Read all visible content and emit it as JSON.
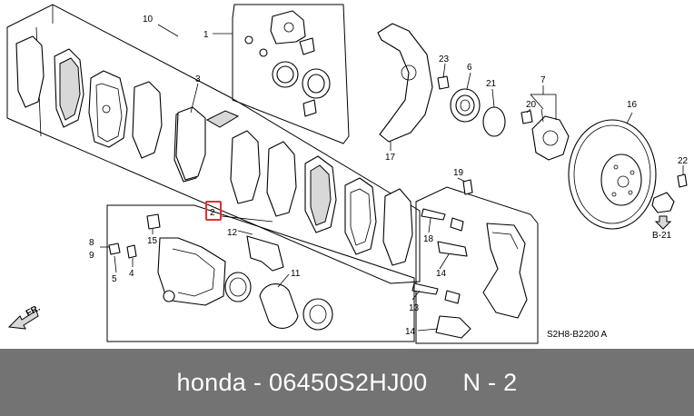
{
  "diagram": {
    "callouts": {
      "c1": "1",
      "c2": "2",
      "c3": "3",
      "c4": "4",
      "c5": "5",
      "c6": "6",
      "c7": "7",
      "c8": "8",
      "c9": "9",
      "c10": "10",
      "c11": "11",
      "c12": "12",
      "c13": "13",
      "c14a": "14",
      "c14b": "14",
      "c15": "15",
      "c16": "16",
      "c17": "17",
      "c18": "18",
      "c19": "19",
      "c20": "20",
      "c21": "21",
      "c22": "22",
      "c23": "23"
    },
    "ref_b21": "B-21",
    "fr_label": "FR.",
    "figure_code": "S2H8-B2200 A",
    "highlight_color": "#e03030"
  },
  "banner": {
    "text": "honda - 06450S2HJ00     N - 2",
    "background": "#737373"
  }
}
